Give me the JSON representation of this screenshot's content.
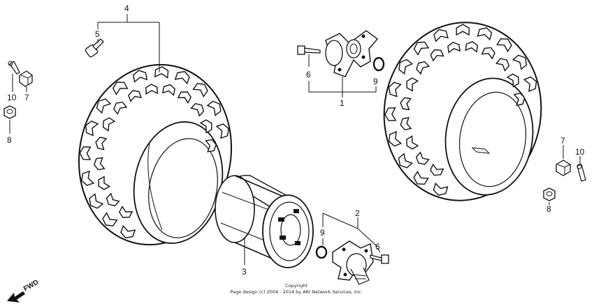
{
  "callouts": {
    "c1": "1",
    "c2": "2",
    "c3": "3",
    "c4": "4",
    "c5": "5",
    "c6a": "6",
    "c6b": "6",
    "c7a": "7",
    "c7b": "7",
    "c8a": "8",
    "c8b": "8",
    "c9a": "9",
    "c9b": "9",
    "c10a": "10",
    "c10b": "10"
  },
  "copyright": {
    "line1": "Copyright",
    "line2": "Page design (c) 2004 - 2014 by ARI Network Services, Inc."
  },
  "direction_label": "FWD"
}
